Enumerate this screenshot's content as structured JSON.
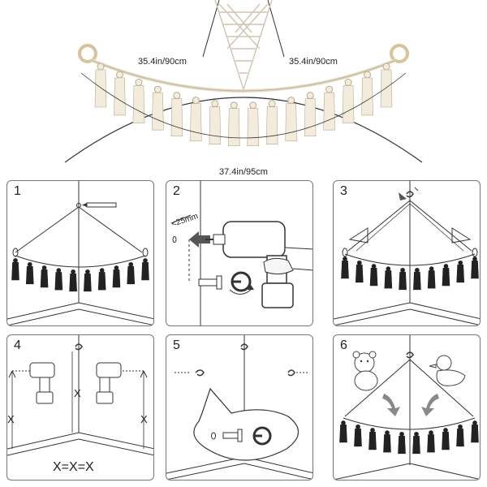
{
  "dimensions": {
    "left_span": "35.4in/90cm",
    "right_span": "35.4in/90cm",
    "bottom_span": "37.4in/95cm"
  },
  "steps": [
    {
      "number": "1"
    },
    {
      "number": "2",
      "distance_label": "<25mm"
    },
    {
      "number": "3"
    },
    {
      "number": "4",
      "height_label": "X",
      "formula": "X=X=X"
    },
    {
      "number": "5"
    },
    {
      "number": "6"
    }
  ],
  "colors": {
    "line": "#333333",
    "tassel": "#222222",
    "rope": "#f3ecdc",
    "wood": "#d9c39a",
    "arrow": "#888888"
  },
  "icons": [
    "pencil-icon",
    "drill-icon",
    "hook-icon",
    "screw-icon",
    "teddy-bear-icon",
    "rubber-duck-icon",
    "arrow-icon"
  ]
}
